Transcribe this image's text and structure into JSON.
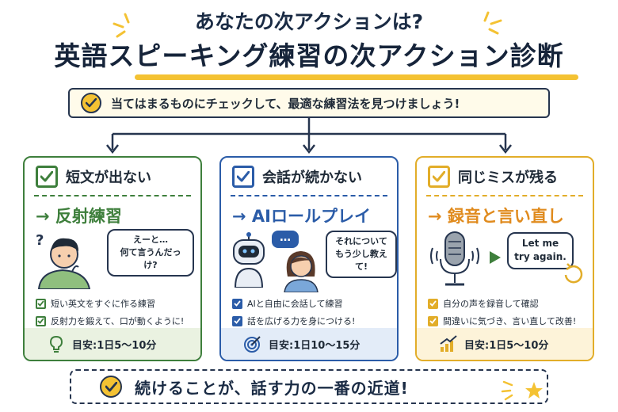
{
  "header": {
    "title_line1": "あなたの次アクションは?",
    "title_line2": "英語スピーキング練習の次アクション診断"
  },
  "banner": {
    "text": "当てはまるものにチェックして、最適な練習法を見つけましょう!"
  },
  "cards": [
    {
      "heading": "短文が出ない",
      "method": "→ 反射練習",
      "bubble": [
        "えーと…",
        "何て言うんだっけ?"
      ],
      "bullets": [
        "短い英文をすぐに作る練習",
        "反射力を鍛えて、口が動くように!"
      ],
      "footer": "目安:1日5〜10分",
      "color": "#3e7f3c",
      "foot_bg": "#eaf2e1"
    },
    {
      "heading": "会話が続かない",
      "method": "→ AIロールプレイ",
      "bubble_ai": "…",
      "bubble": [
        "それについて",
        "もう少し教えて!"
      ],
      "bullets": [
        "AIと自由に会話して練習",
        "話を広げる力を身につける!"
      ],
      "footer": "目安:1日10〜15分",
      "color": "#2b5ca8",
      "foot_bg": "#e3ecf8"
    },
    {
      "heading": "同じミスが残る",
      "method": "→ 録音と言い直し",
      "bubble": [
        "Let me",
        "try again."
      ],
      "bullets": [
        "自分の声を録音して確認",
        "間違いに気づき、言い直して改善!"
      ],
      "footer": "目安:1日5〜10分",
      "color": "#e2ad29",
      "foot_bg": "#fdf3d9"
    }
  ],
  "bottom": {
    "text": "続けることが、話す力の一番の近道!"
  },
  "colors": {
    "navy": "#26354f",
    "yellow": "#f4c233",
    "green": "#3e7f3c",
    "blue": "#2b5ca8",
    "orange": "#e2ad29",
    "method_orange": "#e08b1e"
  }
}
